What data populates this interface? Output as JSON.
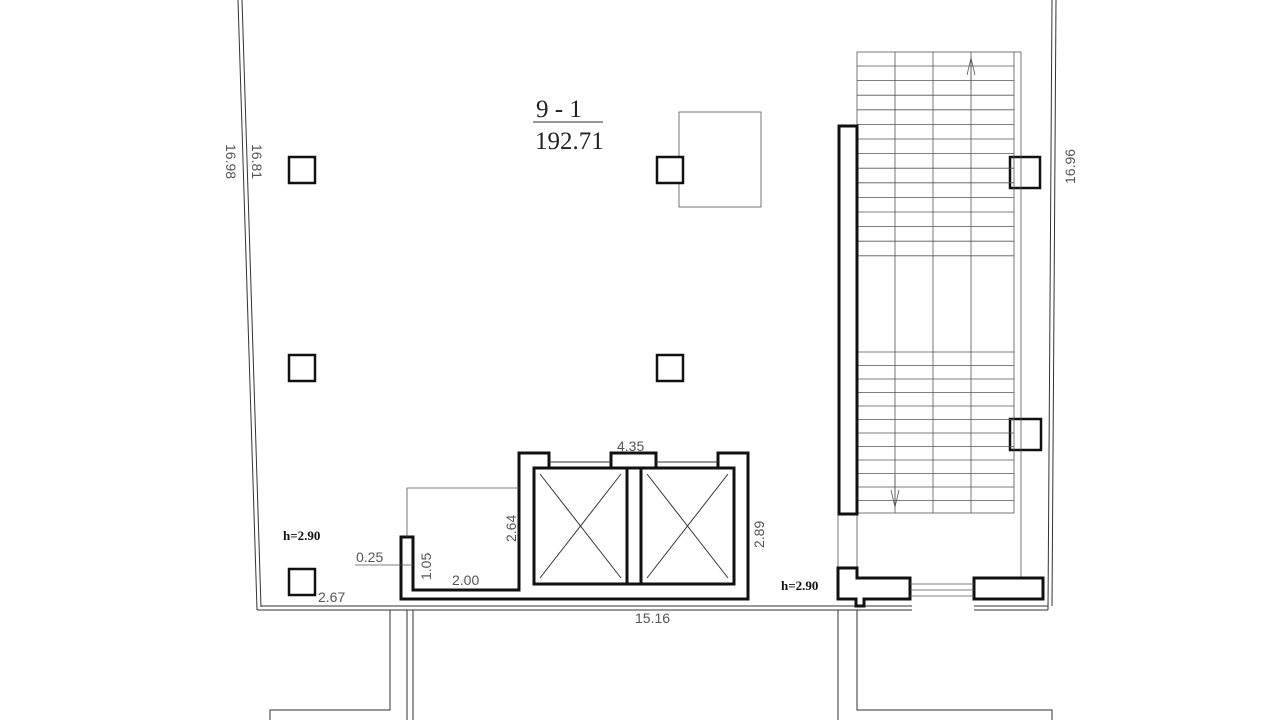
{
  "room": {
    "number": "9 - 1",
    "area": "192.71"
  },
  "dimensions": {
    "left_outer": "16.98",
    "left_inner": "16.81",
    "right": "16.96",
    "elevator_top": "4.35",
    "shaft_depth_left": "2.64",
    "shaft_depth_right": "2.89",
    "recess_width": "2.00",
    "recess_depth": "1.05",
    "wall_thickness": "0.25",
    "corner_gap": "2.67",
    "bottom_total": "15.16"
  },
  "heights": {
    "left": "h=2.90",
    "right": "h=2.90"
  }
}
